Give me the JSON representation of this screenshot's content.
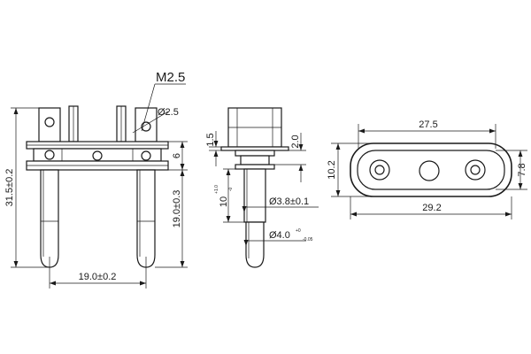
{
  "front_view": {
    "thread_label": "M2.5",
    "hole_diameter": "Ø2.5",
    "overall_height": "31.5±0.2",
    "pin_length": "19.0±0.3",
    "flange_thickness": "6",
    "pin_spacing": "19.0±0.2"
  },
  "side_view": {
    "cap_height": "1.5",
    "collar_height": "2.0",
    "shank_length": "10",
    "shank_length_tolerance_upper": "+1.0",
    "shank_length_tolerance_lower": "-0",
    "shank_diameter": "Ø3.8±0.1",
    "pin_diameter": "Ø4.0",
    "pin_diameter_tolerance_upper": "+0",
    "pin_diameter_tolerance_lower": "-0.05"
  },
  "top_view": {
    "hole_spacing": "27.5",
    "overall_length": "29.2",
    "overall_width": "10.2",
    "inner_width": "7.8"
  }
}
